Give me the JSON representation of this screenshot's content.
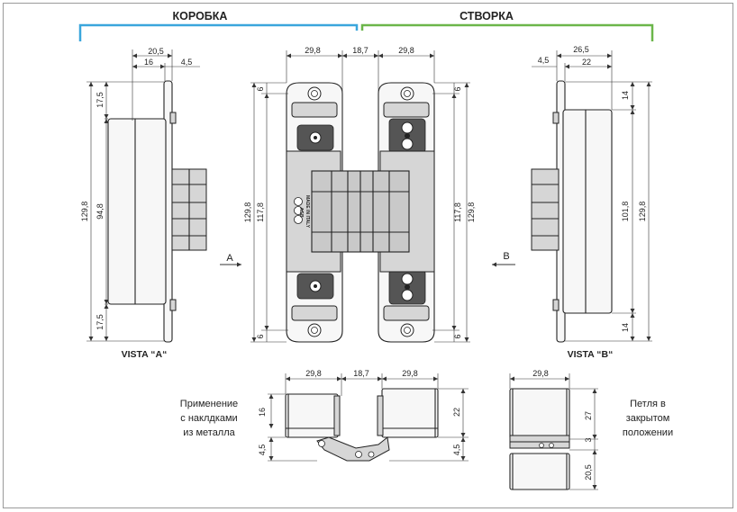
{
  "headers": {
    "left": "КОРОБКА",
    "right": "СТВОРКА"
  },
  "colors": {
    "left_bracket": "#3aa6dc",
    "right_bracket": "#6bb64a",
    "frame": "#9a9a9a"
  },
  "views": {
    "vista_a": "VISTA “A“",
    "vista_b": "VISTA “B“",
    "arrow_a": "A",
    "arrow_b": "B"
  },
  "brand": {
    "logo": "AGB",
    "made_in": "MADE IN ITALY"
  },
  "notes": {
    "left_lines": [
      "Применение",
      "с наклдками",
      "из металла"
    ],
    "right_lines": [
      "Петля в",
      "закрытом",
      "положении"
    ]
  },
  "dims": {
    "va_20_5": "20,5",
    "va_16": "16",
    "va_4_5": "4,5",
    "va_17_5_top": "17,5",
    "va_94_8": "94,8",
    "va_17_5_bot": "17,5",
    "va_129_8": "129,8",
    "fr_29_8_left": "29,8",
    "fr_18_7": "18,7",
    "fr_29_8_right": "29,8",
    "fr_6_tl": "6",
    "fr_6_bl": "6",
    "fr_6_tr": "6",
    "fr_6_br": "6",
    "fr_129_8_left": "129,8",
    "fr_117_8_left": "117,8",
    "fr_117_8_right": "117,8",
    "fr_129_8_right": "129,8",
    "vb_26_5": "26,5",
    "vb_4_5": "4,5",
    "vb_22": "22",
    "vb_14_top": "14",
    "vb_101_8": "101,8",
    "vb_129_8": "129,8",
    "vb_14_bot": "14",
    "bt_29_8_left": "29,8",
    "bt_18_7": "18,7",
    "bt_29_8_right": "29,8",
    "bt_16": "16",
    "bt_4_5_left": "4,5",
    "bt_22": "22",
    "bt_4_5_right": "4,5",
    "br_29_8": "29,8",
    "br_27": "27",
    "br_3": "3",
    "br_20_5": "20,5"
  }
}
